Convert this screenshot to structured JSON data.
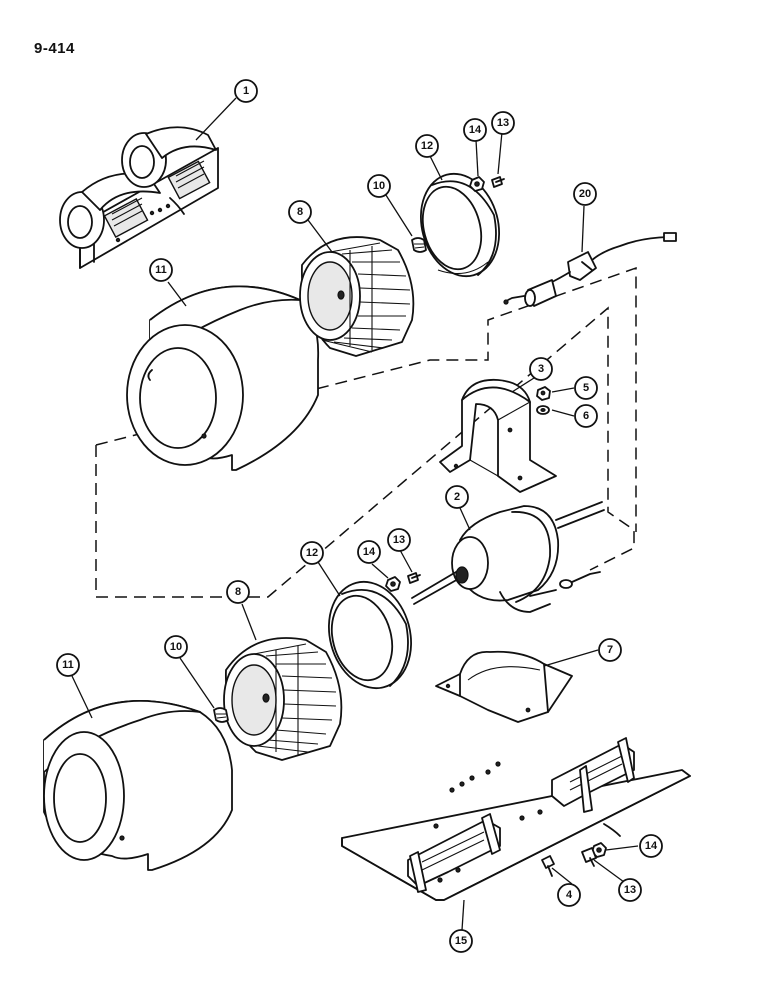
{
  "page_number": "9-414",
  "callouts": [
    {
      "label": "1"
    },
    {
      "label": "14"
    },
    {
      "label": "13"
    },
    {
      "label": "12"
    },
    {
      "label": "10"
    },
    {
      "label": "8"
    },
    {
      "label": "20"
    },
    {
      "label": "11"
    },
    {
      "label": "3"
    },
    {
      "label": "5"
    },
    {
      "label": "6"
    },
    {
      "label": "2"
    },
    {
      "label": "13"
    },
    {
      "label": "12"
    },
    {
      "label": "14"
    },
    {
      "label": "8"
    },
    {
      "label": "10"
    },
    {
      "label": "7"
    },
    {
      "label": "11"
    },
    {
      "label": "14"
    },
    {
      "label": "4"
    },
    {
      "label": "13"
    },
    {
      "label": "15"
    }
  ]
}
